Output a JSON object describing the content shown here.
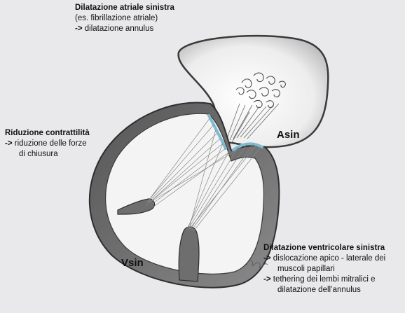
{
  "annotations": {
    "atrial": {
      "title": "Dilatazione atriale sinistra",
      "lines": [
        "(es. fibrillazione atriale)",
        "dilatazione annulus"
      ]
    },
    "contractility": {
      "title": "Riduzione contrattilità",
      "lines": [
        "riduzione delle forze",
        "di chiusura"
      ]
    },
    "ventricular": {
      "title": "Dilatazione ventricolare sinistra",
      "lines": [
        "dislocazione apico - laterale dei",
        "muscoli papillari",
        "tethering dei lembi mitralici e",
        "dilatazione dell’annulus"
      ]
    }
  },
  "arrow": "->",
  "labels": {
    "atrium": "Asin",
    "ventricle": "Vsin"
  },
  "colors": {
    "background": "#e9e9ec",
    "outline": "#3a3a3a",
    "valve": "#7fbcd2",
    "fill": "#f4f4f4"
  }
}
